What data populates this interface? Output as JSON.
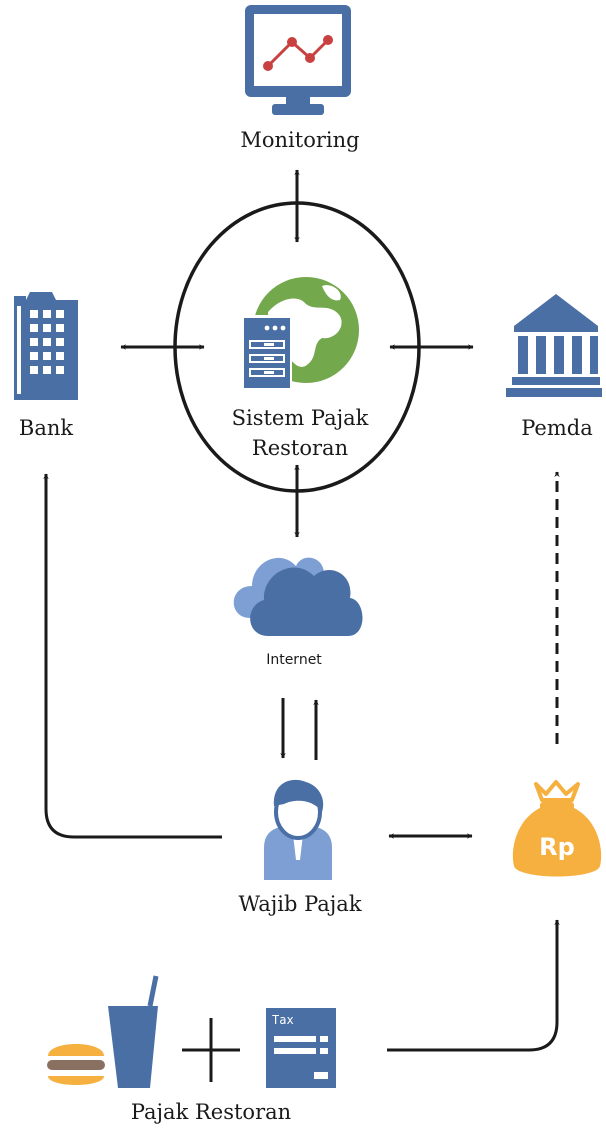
{
  "nodes": {
    "monitoring": "Monitoring",
    "bank": "Bank",
    "system_line1": "Sistem Pajak",
    "system_line2": "Restoran",
    "pemda": "Pemda",
    "internet": "Internet",
    "wajib_pajak": "Wajib Pajak",
    "pajak_restoran": "Pajak Restoran"
  },
  "icon_text": {
    "money_bag": "Rp",
    "tax_form": "Tax"
  },
  "icons": [
    "monitor-chart-icon",
    "bank-building-icon",
    "server-globe-icon",
    "government-building-icon",
    "cloud-icon",
    "person-icon",
    "money-bag-icon",
    "burger-icon",
    "drink-cup-icon",
    "plus-icon",
    "tax-form-icon"
  ],
  "colors": {
    "primary_blue": "#4a6fa5",
    "light_blue": "#7d9fd3",
    "green": "#74a84c",
    "orange": "#f5b040",
    "red": "#c94040",
    "line": "#1a1a1a"
  }
}
